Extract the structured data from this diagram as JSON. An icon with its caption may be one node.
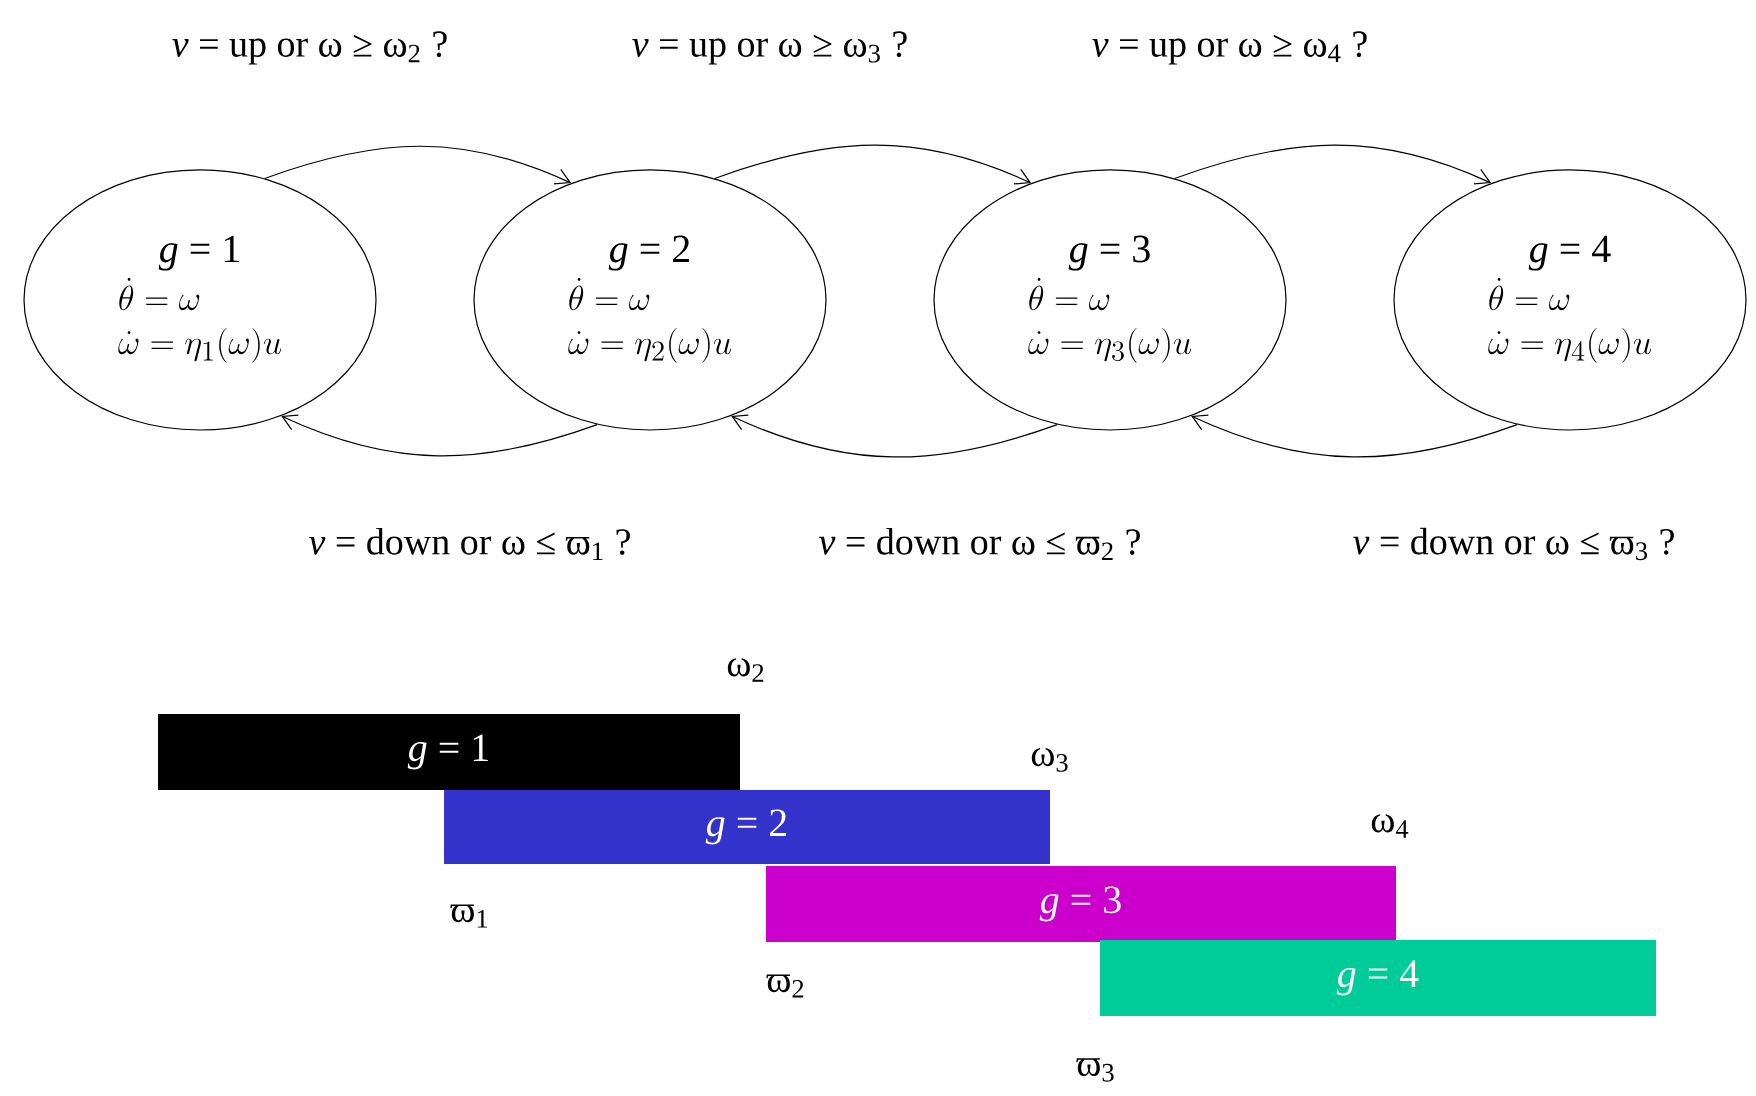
{
  "diagram": {
    "nodes": [
      {
        "text": [
          "*g* = 1",
          "\\dot{\\theta} = \\omega",
          "\\dot{\\omega} = \\eta_1(\\omega)u"
        ]
      },
      {
        "text": [
          "*g* = 2",
          "\\dot{\\theta} = \\omega",
          "\\dot{\\omega} = \\eta_2(\\omega)u"
        ]
      },
      {
        "text": [
          "*g* = 3",
          "\\dot{\\theta} = \\omega",
          "\\dot{\\omega} = \\eta_3(\\omega)u"
        ]
      },
      {
        "text": [
          "*g* = 4",
          "\\dot{\\theta} = \\omega",
          "\\dot{\\omega} = \\eta_4(\\omega)u"
        ]
      },
      {
        "text": [
          "*g* = 1"
        ]
      },
      {
        "text": [
          "*g* = 2"
        ]
      },
      {
        "text": [
          "*g* = 3"
        ]
      },
      {
        "text": [
          "*g* = 4"
        ]
      }
    ],
    "edges": [
      {
        "from": 0,
        "to": 1,
        "arrow": "to",
        "label": "*v* = up or ω ≥ ω$_{2}$ ?"
      },
      {
        "from": 1,
        "to": 2,
        "arrow": "to",
        "label": "*v* = up or ω ≥ ω$_{3}$ ?"
      },
      {
        "from": 2,
        "to": 3,
        "arrow": "to",
        "label": "*v* = up or ω ≥ ω$_{4}$ ?"
      },
      {
        "from": 1,
        "to": 0,
        "arrow": "to",
        "label": "*v* = down or ω ≤ ϖ$_{1}$ ?"
      },
      {
        "from": 2,
        "to": 1,
        "arrow": "to",
        "label": "*v* = down or ω ≤ ϖ$_{2}$ ?"
      },
      {
        "from": 3,
        "to": 2,
        "arrow": "to",
        "label": "*v* = down or ω ≤ ϖ$_{3}$ ?"
      }
    ],
    "labels": [
      "ω$_{2}$",
      "ω$_{3}$",
      "ω$_{4}$",
      "ϖ$_{1}$",
      "ϖ$_{2}$",
      "ϖ$_{3}$"
    ]
  }
}
